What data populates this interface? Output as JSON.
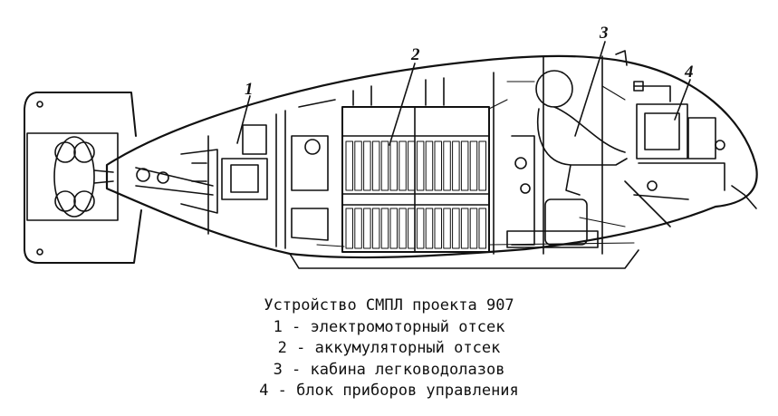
{
  "caption": {
    "title": "Устройство СМПЛ проекта 907",
    "legend": [
      "1 - электромоторный отсек",
      "2 - аккумуляторный отсек",
      "3 - кабина легководолазов",
      "4 - блок приборов управления"
    ]
  },
  "callouts": [
    "1",
    "2",
    "3",
    "4"
  ],
  "colors": {
    "ink": "#111111",
    "background": "#ffffff"
  }
}
